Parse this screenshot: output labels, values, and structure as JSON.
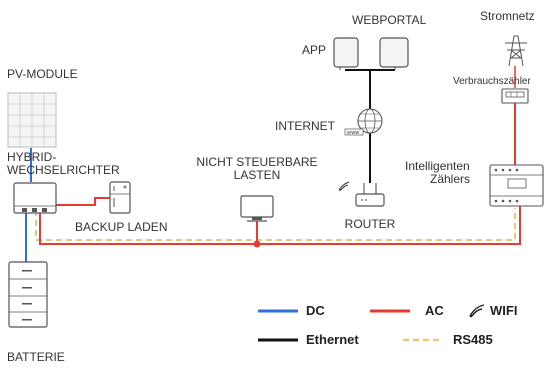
{
  "labels": {
    "pv_module": "PV-MODULE",
    "hybrid_line1": "HYBRID-",
    "hybrid_line2": "WECHSELRICHTER",
    "backup": "BACKUP LADEN",
    "non_ctrl_line1": "NICHT STEUERBARE",
    "non_ctrl_line2": "LASTEN",
    "app": "APP",
    "webportal": "WEBPORTAL",
    "internet": "INTERNET",
    "router": "ROUTER",
    "stromnetz": "Stromnetz",
    "meter": "Verbrauchszähler",
    "smart_line1": "Intelligenten",
    "smart_line2": "Zählers",
    "battery": "BATTERIE",
    "www": "www"
  },
  "legend": {
    "dc": "DC",
    "ac": "AC",
    "wifi": "WIFI",
    "ethernet": "Ethernet",
    "rs485": "RS485"
  },
  "colors": {
    "dc": "#2f6fd6",
    "ac": "#e63b2e",
    "ethernet": "#111111",
    "rs485": "#e8c67a",
    "device_stroke": "#555555",
    "pv_grid": "#bbbbbb"
  }
}
